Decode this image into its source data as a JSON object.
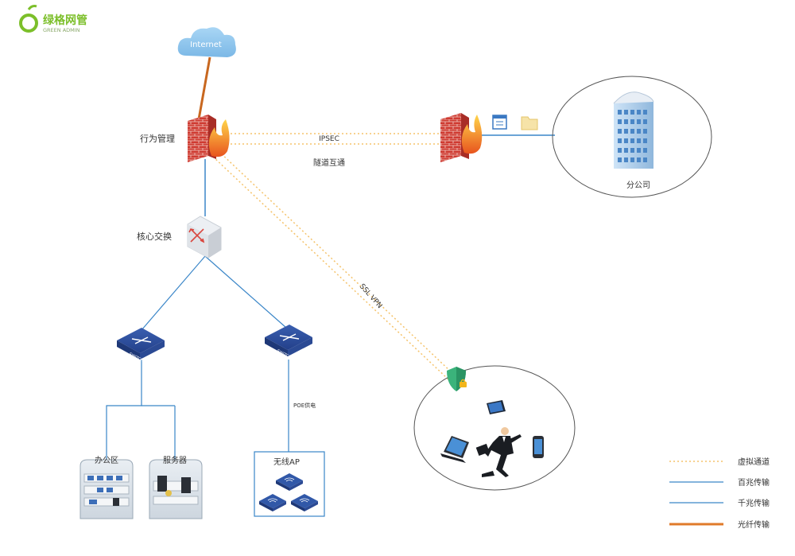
{
  "brand": {
    "name_cn": "绿格网管",
    "name_en": "GREEN ADMIN",
    "color": "#7cbf2a"
  },
  "nodes": {
    "internet": "Internet",
    "behavior_mgmt": "行为管理",
    "core_switch": "核心交换",
    "branch": "分公司",
    "office": "办公区",
    "server": "服务器",
    "wireless_ap": "无线AP"
  },
  "links": {
    "ipsec": "IPSEC",
    "tunnel": "隧道互通",
    "ssl_vpn": "SSL VPN",
    "poe": "POE供电"
  },
  "device_labels": {
    "switch_left": "SWITCH",
    "switch_right": "SWITCH"
  },
  "legend": {
    "items": [
      {
        "label": "虚拟通道",
        "color": "#f5c36b",
        "style": "dotted"
      },
      {
        "label": "百兆传输",
        "color": "#3a86c8",
        "style": "solid"
      },
      {
        "label": "千兆传输",
        "color": "#3a86c8",
        "style": "solid"
      },
      {
        "label": "光纤传输",
        "color": "#e07a2a",
        "style": "thick"
      }
    ]
  },
  "colors": {
    "line_blue": "#3a86c8",
    "virtual": "#f5c36b",
    "fiber": "#c8671f",
    "cloud": "#8ec5ec",
    "firewall": "#d2403a"
  }
}
